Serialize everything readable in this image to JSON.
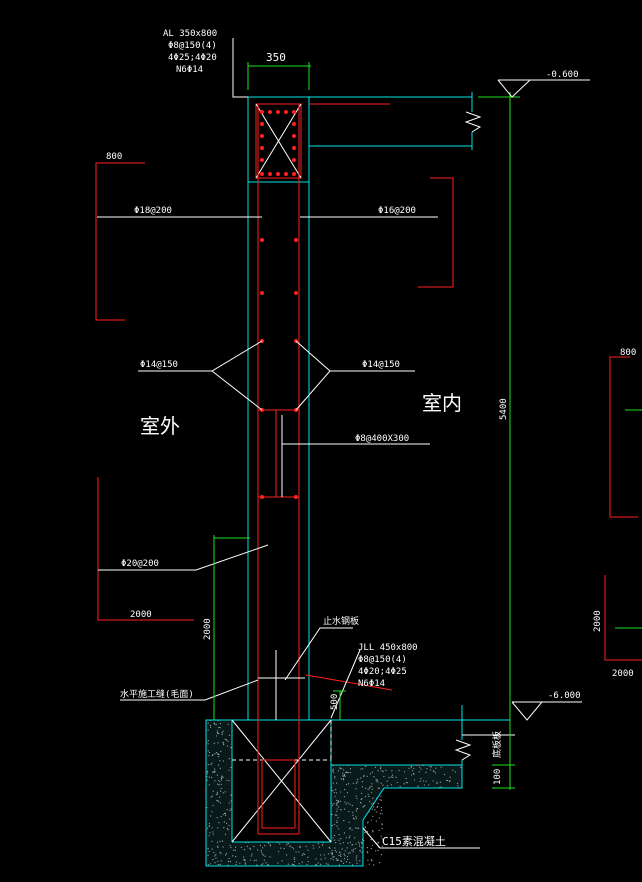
{
  "labels": {
    "beam_al_title": "AL 350x800",
    "beam_al_stirrup": "Φ8@150(4)",
    "beam_al_main": "4Φ25;4Φ20",
    "beam_al_side": "N6Φ14",
    "width_350": "350",
    "level_top": "-0.600",
    "dim_800_left": "800",
    "dim_800_right": "800",
    "rebar_left_top": "Φ18@200",
    "rebar_right_top": "Φ16@200",
    "rebar_left_mid": "Φ14@150",
    "rebar_right_mid": "Φ14@150",
    "outside": "室外",
    "inside": "室内",
    "tie": "Φ8@400X300",
    "height_5400": "5400",
    "rebar_left_low": "Φ20@200",
    "dim_2000_bottom_left": "2000",
    "dim_2000_vertical": "2000",
    "dim_2000_right_vertical": "2000",
    "dim_2000_right_bottom": "2000",
    "waterstop": "止水钢板",
    "beam_jll_title": "JLL 450x800",
    "beam_jll_stirrup": "Φ8@150(4)",
    "beam_jll_main": "4Φ20;4Φ25",
    "beam_jll_side": "N6Φ14",
    "construction_joint": "水平施工缝(毛面)",
    "dim_500": "500",
    "level_bottom": "-6.000",
    "floor_slab": "底板板",
    "dim_100": "100",
    "concrete": "C15素混凝土"
  },
  "colors": {
    "background": "#000000",
    "outline": "#00e5e5",
    "rebar": "#ff2020",
    "dimension": "#20e020",
    "text": "#ffffff"
  }
}
